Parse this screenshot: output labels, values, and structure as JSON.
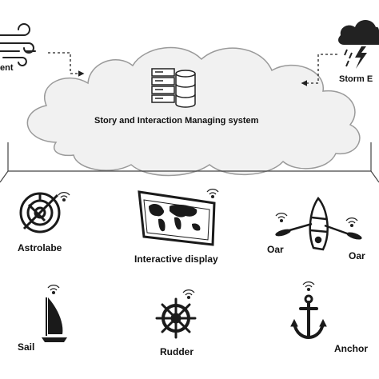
{
  "cloud": {
    "title": "Story and Interaction Managing system"
  },
  "top_left": {
    "label": "ent",
    "icon": "wind-icon"
  },
  "top_right": {
    "label": "Storm E",
    "icon": "storm-cloud-icon"
  },
  "devices": [
    {
      "label": "Astrolabe",
      "icon": "astrolabe-icon"
    },
    {
      "label": "Interactive display",
      "icon": "world-map-display-icon"
    },
    {
      "label": "Oar",
      "icon": "oar-icon"
    },
    {
      "label": "Oar",
      "icon": "oar-icon"
    },
    {
      "label": "Sail",
      "icon": "sail-icon"
    },
    {
      "label": "Rudder",
      "icon": "ship-wheel-icon"
    },
    {
      "label": "Anchor",
      "icon": "anchor-icon"
    }
  ]
}
